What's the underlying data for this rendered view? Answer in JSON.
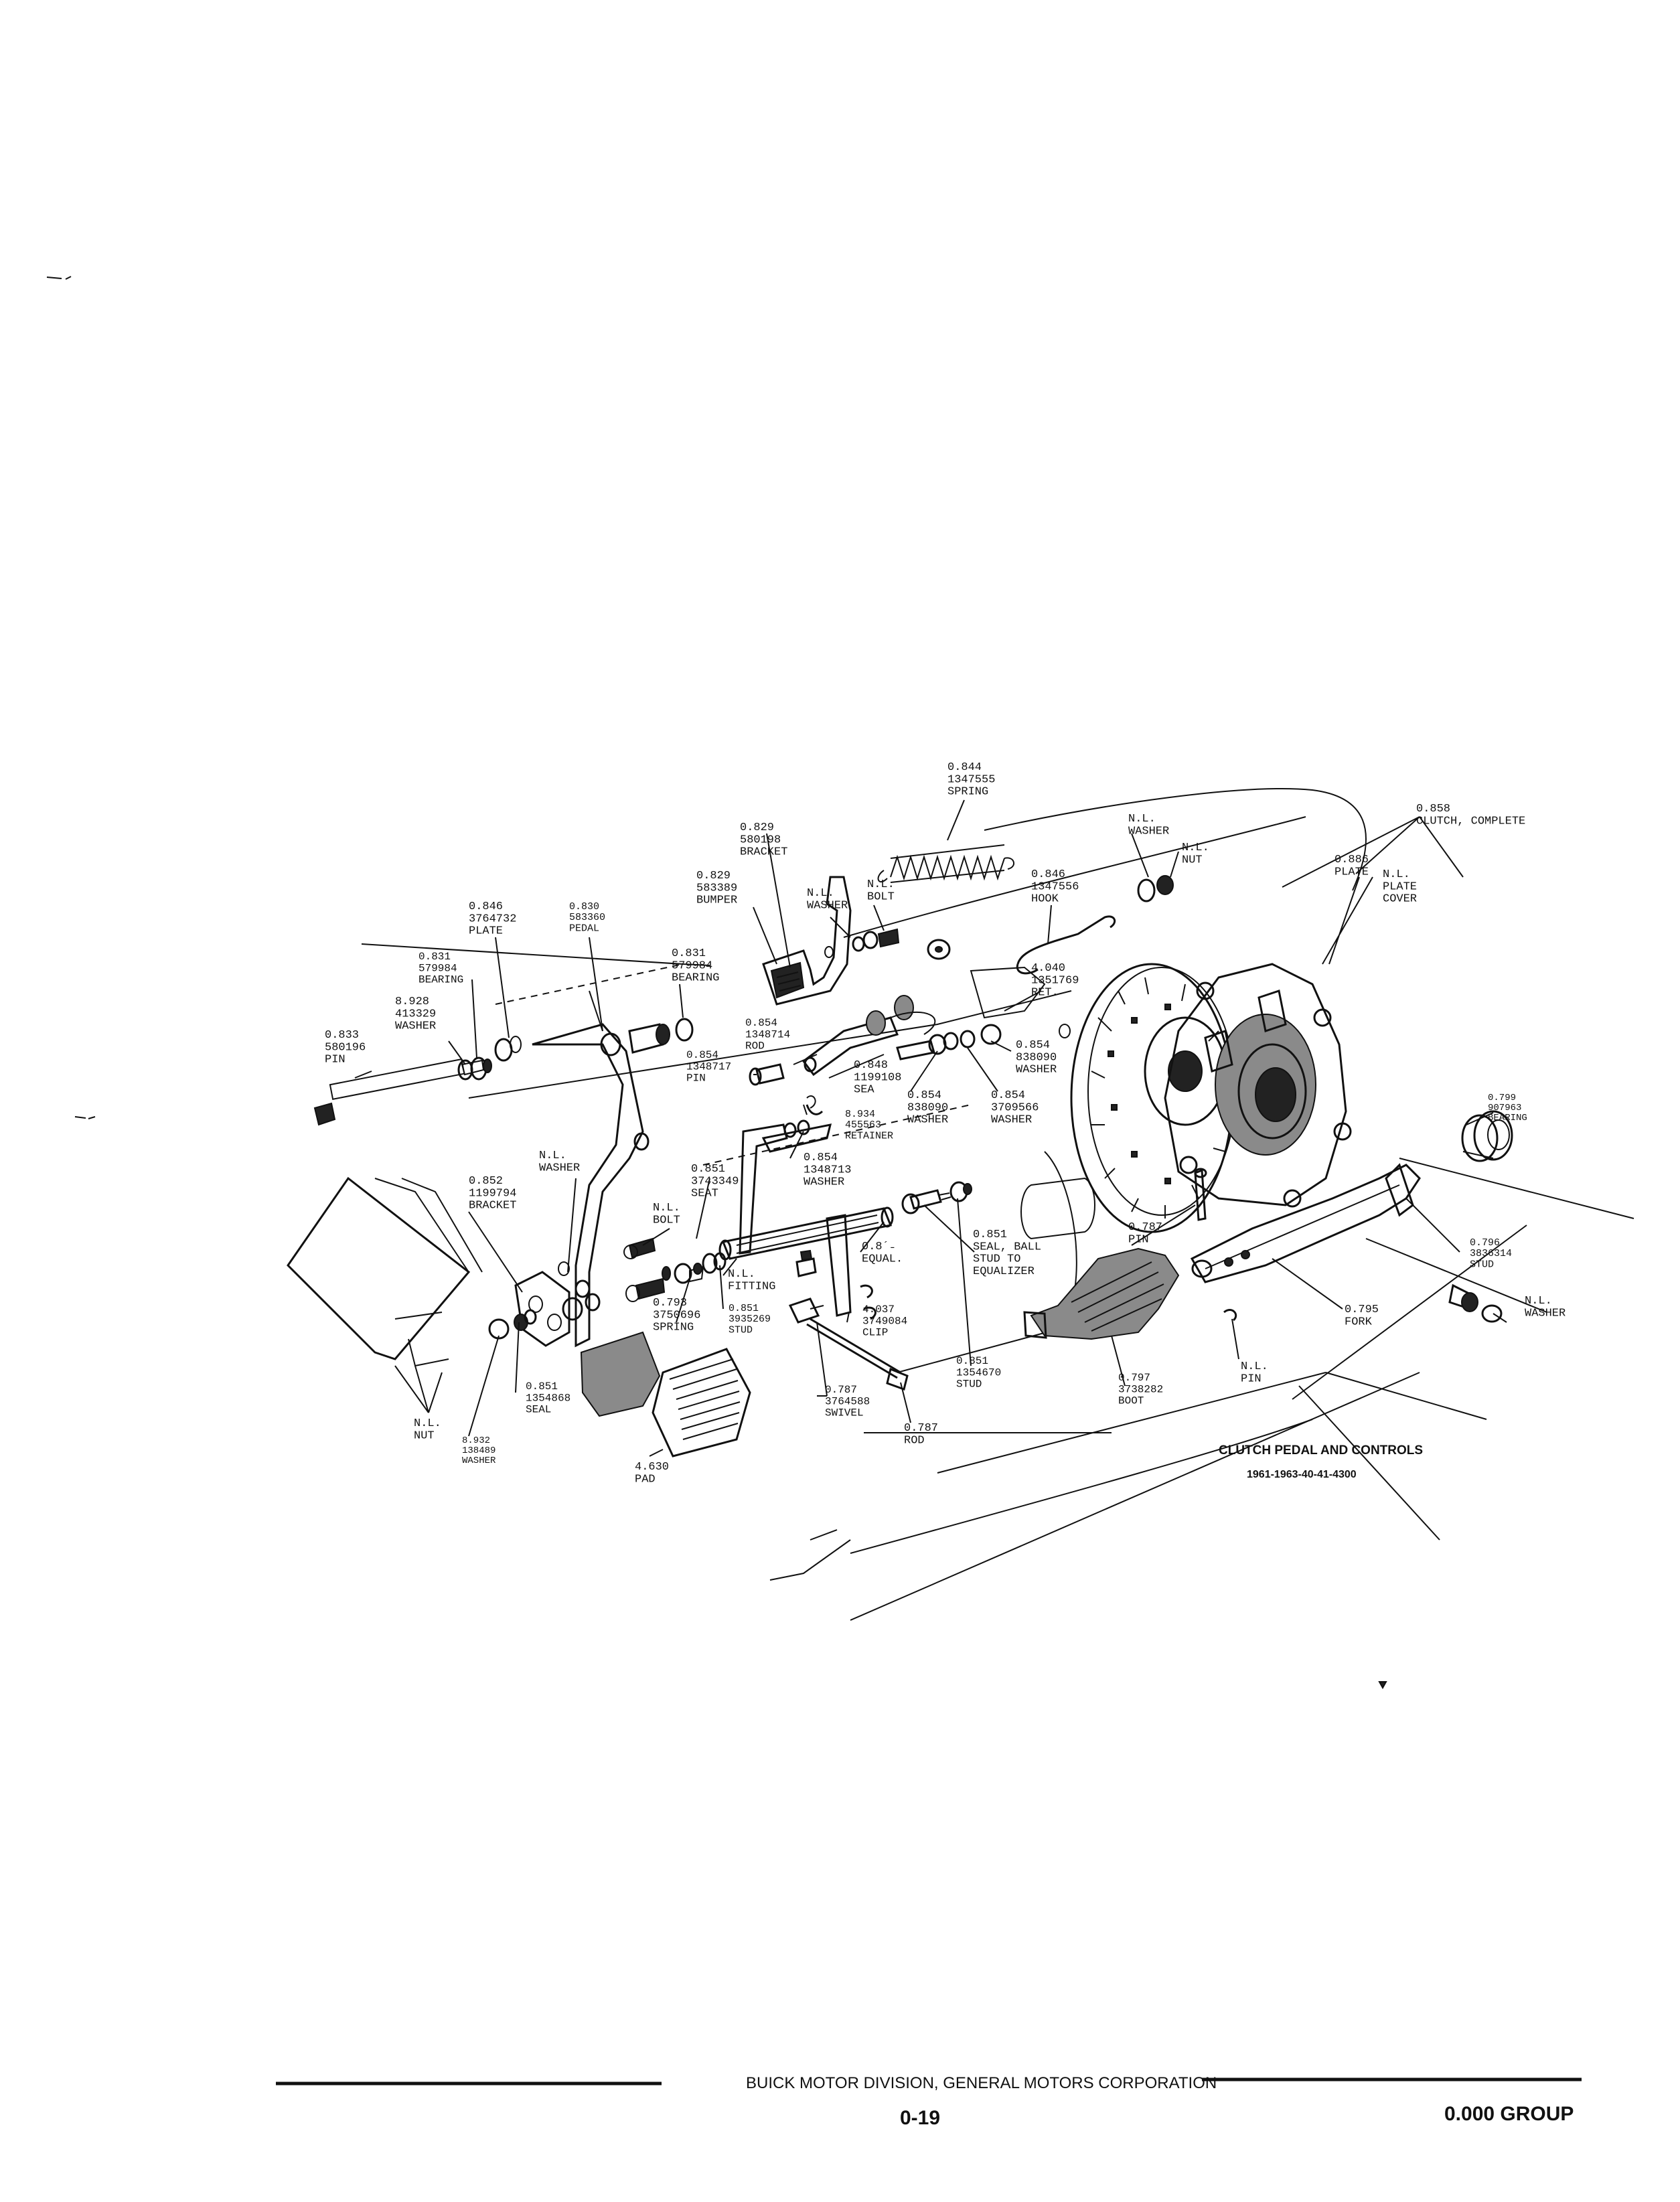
{
  "parts": [
    {
      "id": "spring-1347555",
      "lines": [
        "0.844",
        "1347555",
        "SPRING"
      ]
    },
    {
      "id": "clutch-complete",
      "lines": [
        "0.858",
        "CLUTCH, COMPLETE"
      ]
    },
    {
      "id": "bracket-580198",
      "lines": [
        "0.829",
        "580198",
        "BRACKET"
      ]
    },
    {
      "id": "washer-nl-top",
      "lines": [
        "N.L.",
        "WASHER"
      ]
    },
    {
      "id": "nut-nl-top",
      "lines": [
        "N.L.",
        "NUT"
      ]
    },
    {
      "id": "plate-886",
      "lines": [
        "0.886",
        "PLATE"
      ]
    },
    {
      "id": "plate-cover",
      "lines": [
        "N.L.",
        "PLATE",
        "COVER"
      ]
    },
    {
      "id": "bumper-583389",
      "lines": [
        "0.829",
        "583389",
        "BUMPER"
      ]
    },
    {
      "id": "washer-nl-bumper",
      "lines": [
        "N.L.",
        "WASHER"
      ]
    },
    {
      "id": "bolt-nl-top",
      "lines": [
        "N.L.",
        "BOLT"
      ]
    },
    {
      "id": "hook-1347556",
      "lines": [
        "0.846",
        "1347556",
        "HOOK"
      ]
    },
    {
      "id": "plate-3764732",
      "lines": [
        "0.846",
        "3764732",
        "PLATE"
      ]
    },
    {
      "id": "pedal-583360",
      "lines": [
        "0.830",
        "583360",
        "PEDAL"
      ]
    },
    {
      "id": "bearing-579984-a",
      "lines": [
        "0.831",
        "579984",
        "BEARING"
      ]
    },
    {
      "id": "bearing-579984-b",
      "lines": [
        "0.831",
        "579984",
        "BEARING"
      ]
    },
    {
      "id": "ret-1351769",
      "lines": [
        "4.040",
        "1351769",
        "RET."
      ]
    },
    {
      "id": "washer-413329",
      "lines": [
        "8.928",
        "413329",
        "WASHER"
      ]
    },
    {
      "id": "rod-1348714",
      "lines": [
        "0.854",
        "1348714",
        "ROD"
      ]
    },
    {
      "id": "washer-838090-a",
      "lines": [
        "0.854",
        "838090",
        "WASHER"
      ]
    },
    {
      "id": "pin-580196",
      "lines": [
        "0.833",
        "580196",
        "PIN"
      ]
    },
    {
      "id": "pin-1348717",
      "lines": [
        "0.854",
        "1348717",
        "PIN"
      ]
    },
    {
      "id": "seal-1199108",
      "lines": [
        "0.848",
        "1199108",
        "SEA"
      ]
    },
    {
      "id": "washer-838090-b",
      "lines": [
        "0.854",
        "838090",
        "WASHER"
      ]
    },
    {
      "id": "washer-3709566",
      "lines": [
        "0.854",
        "3709566",
        "WASHER"
      ]
    },
    {
      "id": "bearing-907963",
      "lines": [
        "0.799",
        "907963",
        "BEARING"
      ]
    },
    {
      "id": "retainer-455563",
      "lines": [
        "8.934",
        "455563",
        "RETAINER"
      ]
    },
    {
      "id": "washer-nl-left",
      "lines": [
        "N.L.",
        "WASHER"
      ]
    },
    {
      "id": "seat-3743349",
      "lines": [
        "0.851",
        "3743349",
        "SEAT"
      ]
    },
    {
      "id": "washer-1348713",
      "lines": [
        "0.854",
        "1348713",
        "WASHER"
      ]
    },
    {
      "id": "bracket-1199794",
      "lines": [
        "0.852",
        "1199794",
        "BRACKET"
      ]
    },
    {
      "id": "bolt-nl-left",
      "lines": [
        "N.L.",
        "BOLT"
      ]
    },
    {
      "id": "equal",
      "lines": [
        "0.8´˗",
        "EQUAL."
      ]
    },
    {
      "id": "seal-ball-stud",
      "lines": [
        "0.851",
        "SEAL, BALL",
        "STUD TO",
        "EQUALIZER"
      ]
    },
    {
      "id": "pin-787",
      "lines": [
        "0.787",
        "PIN"
      ]
    },
    {
      "id": "stud-3836314",
      "lines": [
        "0.796",
        "3836314",
        "STUD"
      ]
    },
    {
      "id": "fitting-nl",
      "lines": [
        "N.L.",
        "FITTING"
      ]
    },
    {
      "id": "spring-3750696",
      "lines": [
        "0.793",
        "3750696",
        "SPRING"
      ]
    },
    {
      "id": "stud-3935269",
      "lines": [
        "0.851",
        "3935269",
        "STUD"
      ]
    },
    {
      "id": "clip-3749084",
      "lines": [
        "4.037",
        "3749084",
        "CLIP"
      ]
    },
    {
      "id": "fork-795",
      "lines": [
        "0.795",
        "FORK"
      ]
    },
    {
      "id": "washer-nl-right",
      "lines": [
        "N.L.",
        "WASHER"
      ]
    },
    {
      "id": "stud-1354670",
      "lines": [
        "0.851",
        "1354670",
        "STUD"
      ]
    },
    {
      "id": "pin-nl-fork",
      "lines": [
        "N.L.",
        "PIN"
      ]
    },
    {
      "id": "boot-3738282",
      "lines": [
        "0.797",
        "3738282",
        "BOOT"
      ]
    },
    {
      "id": "seal-1354868",
      "lines": [
        "0.851",
        "1354868",
        "SEAL"
      ]
    },
    {
      "id": "swivel-3764588",
      "lines": [
        "0.787",
        "3764588",
        "SWIVEL"
      ]
    },
    {
      "id": "nut-nl-bottom",
      "lines": [
        "N.L.",
        "NUT"
      ]
    },
    {
      "id": "washer-138489",
      "lines": [
        "8.932",
        "138489",
        "WASHER"
      ]
    },
    {
      "id": "rod-787",
      "lines": [
        "0.787",
        "ROD"
      ]
    },
    {
      "id": "pad-4630",
      "lines": [
        "4.630",
        "PAD"
      ]
    }
  ],
  "caption": {
    "title": "CLUTCH PEDAL AND CONTROLS",
    "subtitle": "1961-1963-40-41-4300"
  },
  "footer": {
    "division": "BUICK MOTOR DIVISION, GENERAL MOTORS CORPORATION",
    "page_number": "0-19",
    "group": "0.000 GROUP"
  }
}
